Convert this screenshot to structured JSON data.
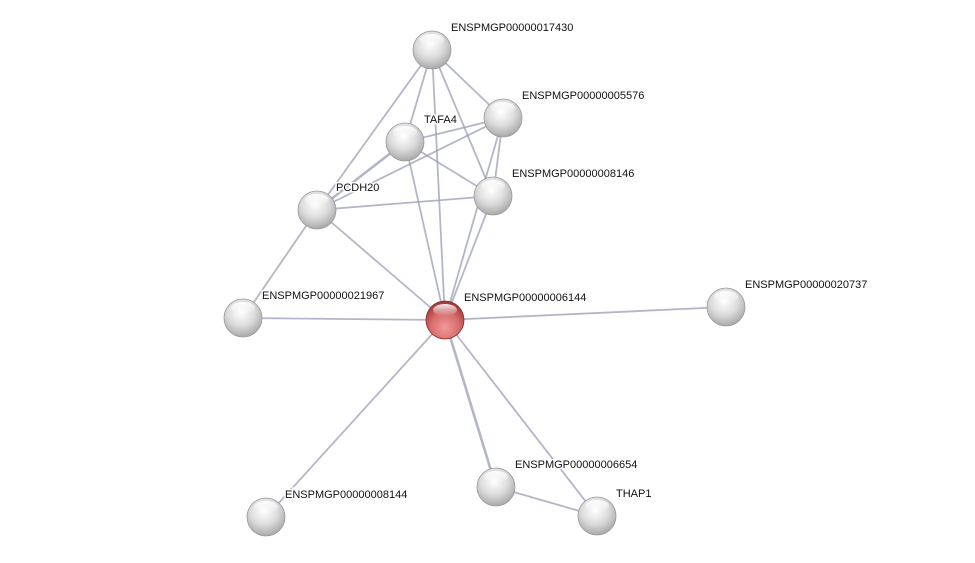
{
  "network": {
    "query_node": "ENSPMGP00000006144",
    "colors": {
      "query": "#d96a6a",
      "node": "#d8d8d8",
      "edge": "#9a9db5"
    },
    "nodes": [
      {
        "id": "ENSPMGP00000017430"
      },
      {
        "id": "ENSPMGP00000005576"
      },
      {
        "id": "TAFA4"
      },
      {
        "id": "ENSPMGP00000008146"
      },
      {
        "id": "PCDH20"
      },
      {
        "id": "ENSPMGP00000021967"
      },
      {
        "id": "ENSPMGP00000006144"
      },
      {
        "id": "ENSPMGP00000020737"
      },
      {
        "id": "ENSPMGP00000008144"
      },
      {
        "id": "ENSPMGP00000006654"
      },
      {
        "id": "THAP1"
      }
    ],
    "edges": [
      [
        "ENSPMGP00000017430",
        "TAFA4"
      ],
      [
        "ENSPMGP00000017430",
        "PCDH20"
      ],
      [
        "ENSPMGP00000017430",
        "ENSPMGP00000005576"
      ],
      [
        "ENSPMGP00000017430",
        "ENSPMGP00000008146"
      ],
      [
        "ENSPMGP00000017430",
        "ENSPMGP00000006144"
      ],
      [
        "ENSPMGP00000005576",
        "TAFA4"
      ],
      [
        "ENSPMGP00000005576",
        "PCDH20"
      ],
      [
        "ENSPMGP00000005576",
        "ENSPMGP00000008146"
      ],
      [
        "ENSPMGP00000005576",
        "ENSPMGP00000006144"
      ],
      [
        "TAFA4",
        "PCDH20"
      ],
      [
        "TAFA4",
        "ENSPMGP00000008146"
      ],
      [
        "TAFA4",
        "ENSPMGP00000006144"
      ],
      [
        "PCDH20",
        "ENSPMGP00000008146"
      ],
      [
        "PCDH20",
        "ENSPMGP00000006144"
      ],
      [
        "PCDH20",
        "ENSPMGP00000021967"
      ],
      [
        "ENSPMGP00000008146",
        "ENSPMGP00000006144"
      ],
      [
        "ENSPMGP00000021967",
        "ENSPMGP00000006144"
      ],
      [
        "ENSPMGP00000006144",
        "ENSPMGP00000020737"
      ],
      [
        "ENSPMGP00000006144",
        "ENSPMGP00000008144"
      ],
      [
        "ENSPMGP00000006144",
        "ENSPMGP00000006654"
      ],
      [
        "ENSPMGP00000006144",
        "THAP1"
      ],
      [
        "ENSPMGP00000006654",
        "THAP1"
      ]
    ]
  }
}
